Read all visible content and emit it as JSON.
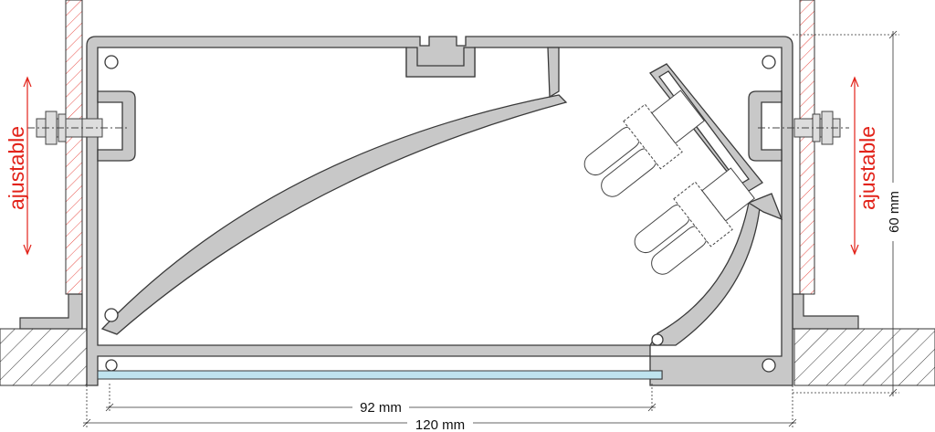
{
  "labels": {
    "adjustable_left": "ajustable",
    "adjustable_right": "ajustable",
    "height_dim": "60 mm",
    "glass_width_dim": "92 mm",
    "total_width_dim": "120 mm"
  },
  "colors": {
    "profile_fill": "#c8c8c8",
    "profile_stroke": "#3a3a3a",
    "glass": "#bfe3ee",
    "accent_red": "#e2231a"
  }
}
